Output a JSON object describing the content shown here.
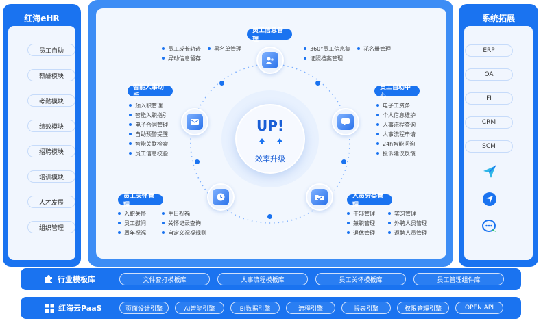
{
  "left": {
    "title": "红海eHR",
    "items": [
      "员工自助",
      "薪酬模块",
      "考勤模块",
      "绩效模块",
      "招聘模块",
      "培训模块",
      "人才发展",
      "组织管理"
    ]
  },
  "right": {
    "title": "系统拓展",
    "items": [
      "ERP",
      "OA",
      "FI",
      "CRM",
      "SCM"
    ],
    "icons": [
      "paper-plane-icon",
      "send-circle-icon",
      "chat-bubble-icon"
    ]
  },
  "center": {
    "main": "UP!",
    "sub": "效率升级",
    "sections": {
      "top": {
        "label": "员工信息管理",
        "col1": [
          "员工成长轨迹",
          "异动信息留存"
        ],
        "col2": [
          "黑名单管理"
        ],
        "col3": [
          "360°员工信息集",
          "证照档案管理"
        ],
        "col4": [
          "花名册管理"
        ]
      },
      "ul": {
        "label": "智能人事助手",
        "items": [
          "预入职管理",
          "智能入职指引",
          "电子合同管理",
          "自助预警提醒",
          "智能关联检索",
          "员工信息校验"
        ]
      },
      "ur": {
        "label": "员工自助中心",
        "items": [
          "电子工资条",
          "个人信息维护",
          "人事流程查询",
          "人事流程申请",
          "24h智能问询",
          "投诉建议反馈"
        ]
      },
      "ll": {
        "label": "员工关怀管理",
        "col1": [
          "入职关怀",
          "员工慰问",
          "周年祝福"
        ],
        "col2": [
          "生日祝福",
          "关怀记录查询",
          "自定义祝福规则"
        ]
      },
      "lr": {
        "label": "人员分类管理",
        "col1": [
          "干部管理",
          "兼职管理",
          "退休管理"
        ],
        "col2": [
          "实习管理",
          "外聘人员管理",
          "返聘人员管理"
        ]
      }
    }
  },
  "bottom": {
    "industry": {
      "title": "行业模板库",
      "items": [
        "文件套打模板库",
        "人事流程模板库",
        "员工关怀模板库",
        "员工管理组件库"
      ]
    },
    "paas": {
      "title": "红海云PaaS",
      "items": [
        "页面设计引擎",
        "AI智能引擎",
        "BI数据引擎",
        "流程引擎",
        "报表引擎",
        "权限管理引擎",
        "OPEN API"
      ]
    }
  }
}
